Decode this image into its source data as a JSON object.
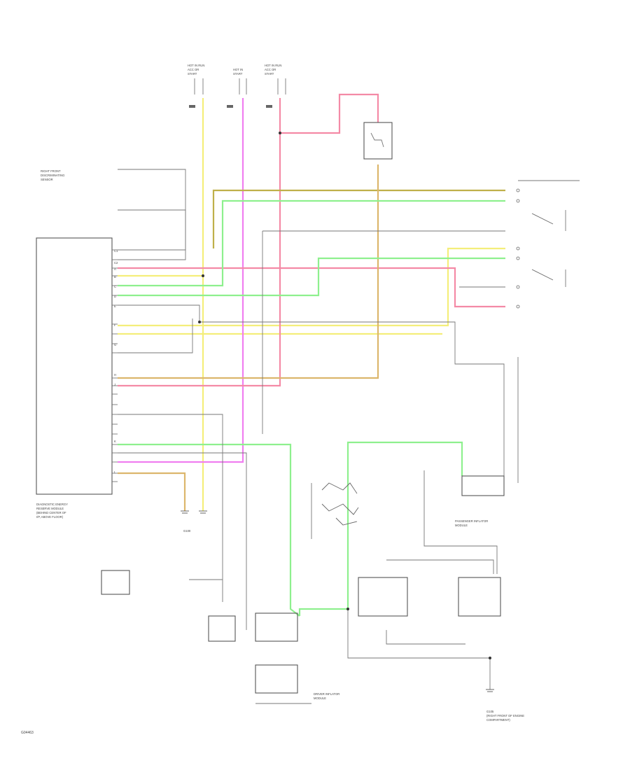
{
  "diagram_id": "G04463",
  "wire_colors": {
    "yellow": "#f4ee7a",
    "magenta": "#f07ef0",
    "pink": "#f48aa6",
    "olive": "#bfb04a",
    "light_green": "#8ef08e",
    "tan": "#dcb66c",
    "gray": "#9a9a9a",
    "dark": "#555555"
  },
  "fuse_labels": {
    "f1": [
      "HOT IN RUN",
      "ACC OR",
      "START"
    ],
    "f2": [
      "HOT IN",
      "START"
    ],
    "f3": [
      "HOT IN RUN",
      "ACC OR",
      "START"
    ]
  },
  "module_labels": {
    "main": [
      "DIAGNOSTIC ENERGY",
      "RESERVE MODULE",
      "(BEHIND CENTER OF",
      "I/P, ABOVE FLOOR)"
    ],
    "forward_sensor": [
      "RIGHT FRONT",
      "DISCRIMINATING",
      "SENSOR"
    ],
    "passenger": [
      "PASSENGER INFLATOR",
      "MODULE"
    ],
    "driver": [
      "DRIVER INFLATOR",
      "MODULE"
    ],
    "ground": [
      "G100"
    ],
    "bottom_right": [
      "G105",
      "(RIGHT FRONT OF ENGINE",
      "COMPARTMENT)"
    ]
  },
  "pin_labels": [
    "C1",
    "C2",
    "A",
    "B",
    "C",
    "D",
    "E",
    "F",
    "G",
    "H",
    "J",
    "K",
    "L"
  ]
}
